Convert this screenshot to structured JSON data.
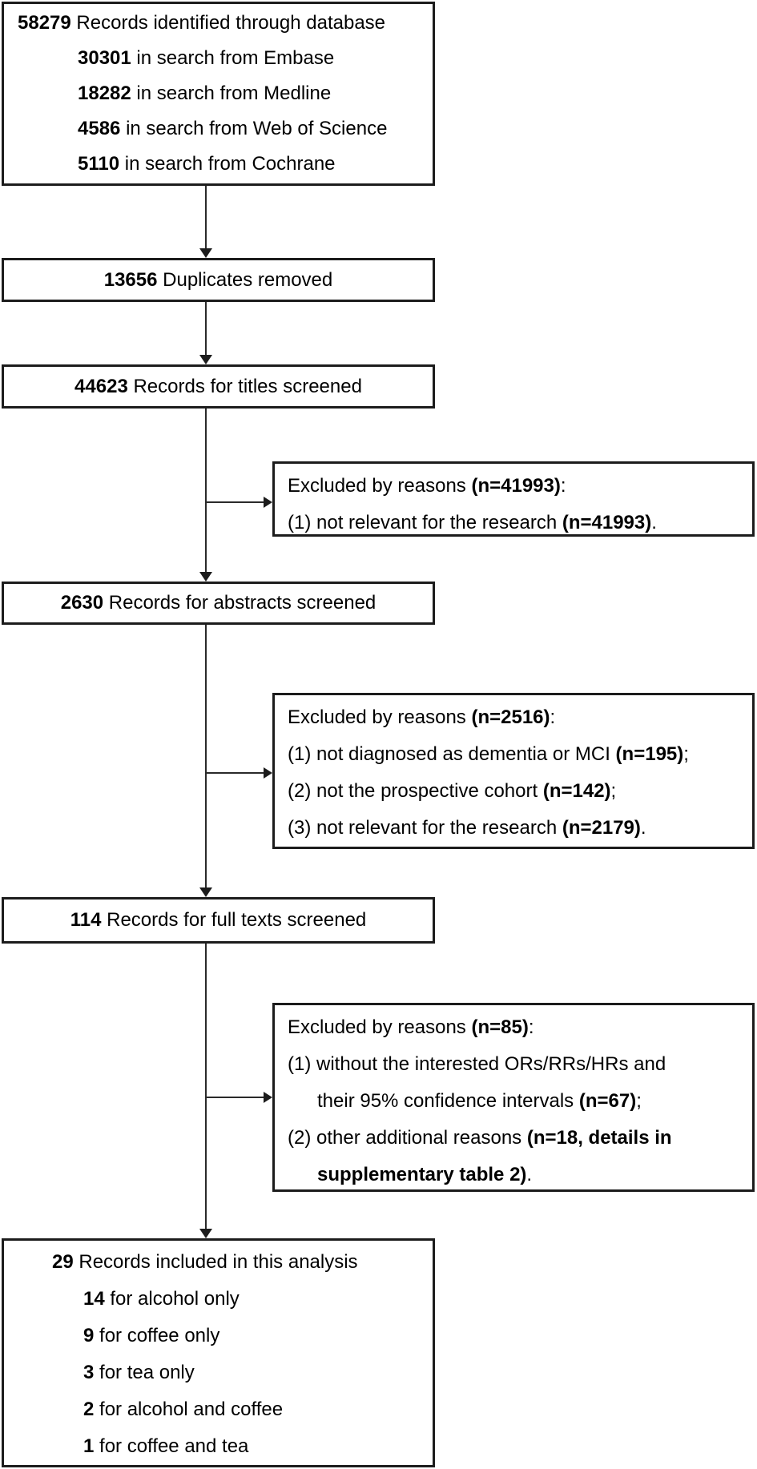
{
  "colors": {
    "border": "#1c1c1c",
    "text": "#000000",
    "background": "#ffffff"
  },
  "boxes": {
    "identification": {
      "lines": [
        {
          "num": "58279",
          "text": "Records identified through database"
        },
        {
          "num": "30301",
          "text": "in search from Embase"
        },
        {
          "num": "18282",
          "text": "in search from Medline"
        },
        {
          "num": "4586",
          "text": "in search from Web of Science"
        },
        {
          "num": "5110",
          "text": "in search from Cochrane"
        }
      ]
    },
    "duplicates_removed": {
      "num": "13656",
      "text": "Duplicates removed"
    },
    "titles_screened": {
      "num": "44623",
      "text": "Records for titles screened"
    },
    "excluded_titles": {
      "lines": [
        {
          "pre": "Excluded by reasons ",
          "bold": "(n=41993)",
          "post": ":"
        },
        {
          "pre": "(1) not relevant for the research ",
          "bold": "(n=41993)",
          "post": "."
        }
      ]
    },
    "abstracts_screened": {
      "num": "2630",
      "text": "Records for abstracts screened"
    },
    "excluded_abstracts": {
      "lines": [
        {
          "pre": "Excluded by reasons ",
          "bold": "(n=2516)",
          "post": ":"
        },
        {
          "pre": "(1) not diagnosed as dementia or MCI ",
          "bold": "(n=195)",
          "post": ";"
        },
        {
          "pre": "(2) not the prospective cohort ",
          "bold": "(n=142)",
          "post": ";"
        },
        {
          "pre": "(3) not relevant for the research ",
          "bold": "(n=2179)",
          "post": "."
        }
      ]
    },
    "fulltexts_screened": {
      "num": "114",
      "text": "Records for full texts screened"
    },
    "excluded_fulltexts": {
      "lines": [
        {
          "pre": "Excluded by reasons ",
          "bold": "(n=85)",
          "post": ":"
        },
        {
          "pre": "(1) without the interested ORs/RRs/HRs and",
          "bold": "",
          "post": ""
        },
        {
          "pre": "their 95% confidence intervals ",
          "bold": "(n=67)",
          "post": ";"
        },
        {
          "pre": "(2) other additional reasons ",
          "bold": "(n=18, details in",
          "post": ""
        },
        {
          "pre": "",
          "bold": "supplementary table 2)",
          "post": "."
        }
      ]
    },
    "included": {
      "lines": [
        {
          "num": "29",
          "text": "Records included in this analysis"
        },
        {
          "num": "14",
          "text": "for alcohol only"
        },
        {
          "num": "9",
          "text": "for coffee only"
        },
        {
          "num": "3",
          "text": "for tea only"
        },
        {
          "num": "2",
          "text": "for alcohol and coffee"
        },
        {
          "num": "1",
          "text": "for coffee and tea"
        }
      ]
    }
  }
}
